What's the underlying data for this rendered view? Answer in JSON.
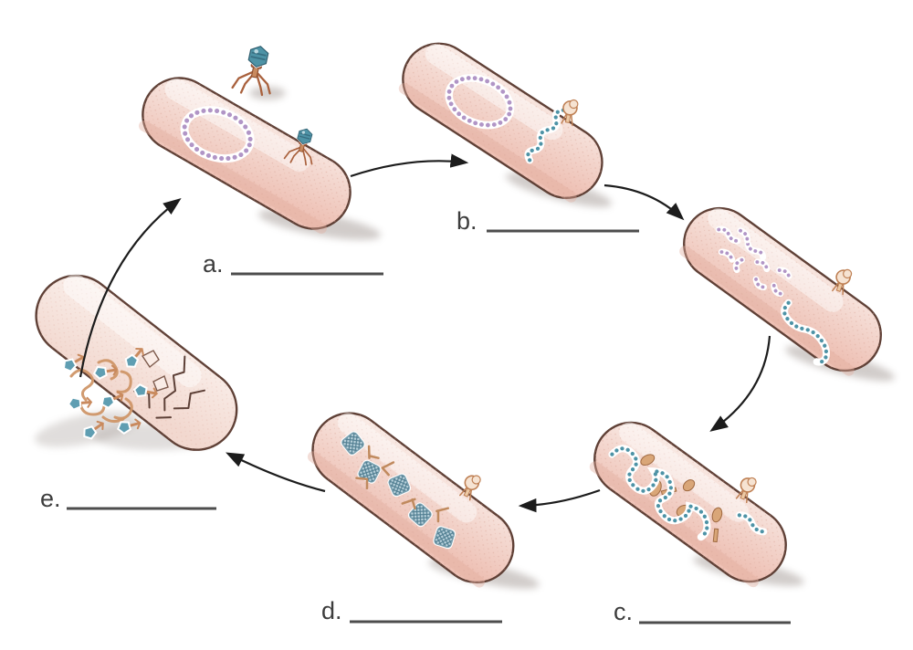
{
  "palette": {
    "background": "#ffffff",
    "cell_fill_light": "#faeee9",
    "cell_fill_dark": "#eec1b5",
    "cell_outline": "#5f4036",
    "plasmid_purple": "#b195c6",
    "viral_dna_teal": "#4e93a6",
    "phage_head_blue": "#4e93a6",
    "phage_tan": "#c98a5e",
    "assembled_head_blue": "#b9d2dc",
    "arrow_black": "#1c1c1c",
    "label_text": "#3d3d3d",
    "blank_line": "#4d4d4d"
  },
  "labels": {
    "a": "a.",
    "b": "b.",
    "c": "c.",
    "d": "d.",
    "e": "e."
  },
  "stages": [
    {
      "id": "a",
      "label": "a.",
      "blank_value": "",
      "icon": "phage-attachment-bacterium"
    },
    {
      "id": "b",
      "label": "b.",
      "blank_value": "",
      "icon": "dna-injection-bacterium"
    },
    {
      "id": "unlabeled",
      "label": "",
      "blank_value": "",
      "icon": "host-dna-degradation-bacterium"
    },
    {
      "id": "c",
      "label": "c.",
      "blank_value": "",
      "icon": "viral-component-replication-bacterium"
    },
    {
      "id": "d",
      "label": "d.",
      "blank_value": "",
      "icon": "phage-assembly-bacterium"
    },
    {
      "id": "e",
      "label": "e.",
      "blank_value": "",
      "icon": "cell-lysis-release-bacterium"
    }
  ]
}
